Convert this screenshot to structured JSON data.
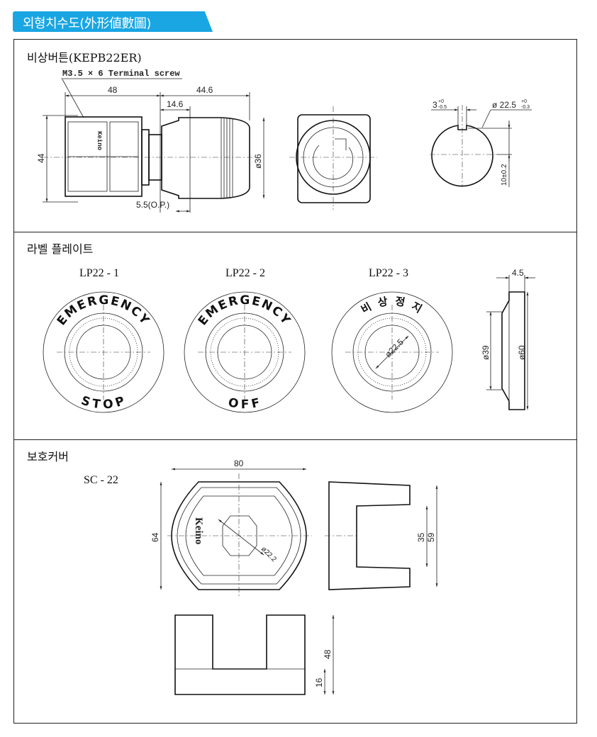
{
  "header": {
    "title": "외형치수도(外形値數圖)"
  },
  "sections": [
    {
      "title": "비상버튼(KEPB22ER)",
      "terminal_note": "M3.5 × 6  Terminal  screw",
      "dims": {
        "d48": "48",
        "d44_6": "44.6",
        "d14_6": "14.6",
        "d44": "44",
        "d36": "ø36",
        "op": "5.5(O.P.)"
      },
      "panel_cutout": {
        "slot": "3",
        "slot_tol_upper": "+0",
        "slot_tol_lower": "-0.5",
        "dia": "ø 22.5",
        "dia_tol_upper": "+0",
        "dia_tol_lower": "-0.3",
        "height": "10±0.2"
      },
      "brand": "Keino"
    },
    {
      "title": "라벨 플레이트",
      "plates": [
        {
          "name": "LP22 - 1",
          "top": "EMERGENCY",
          "bottom": "STOP"
        },
        {
          "name": "LP22 - 2",
          "top": "EMERGENCY",
          "bottom": "OFF"
        },
        {
          "name": "LP22 - 3",
          "top": "비    상    정    지",
          "bottom": "",
          "inner_dim": "ø22.5"
        }
      ],
      "side_dims": {
        "thickness": "4.5",
        "inner": "ø39",
        "outer": "ø60"
      }
    },
    {
      "title": "보호커버",
      "model": "SC - 22",
      "dims": {
        "width": "80",
        "height": "64",
        "hole": "ø22.2",
        "inner": "35",
        "outer": "59",
        "total_h": "48",
        "base_h": "16"
      },
      "brand": "Keino"
    }
  ]
}
